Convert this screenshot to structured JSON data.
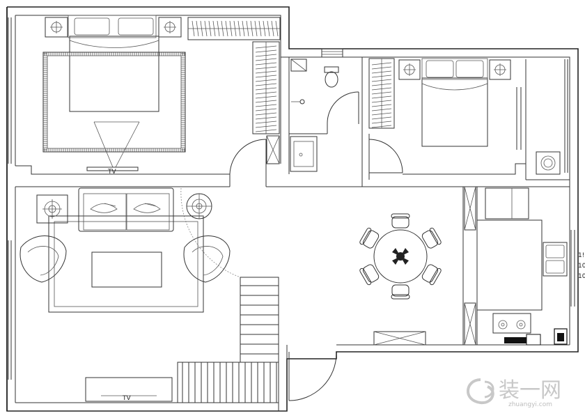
{
  "plan": {
    "tv_label_master": "TV",
    "tv_label_living": "TV",
    "edge_text": [
      "1!",
      "10",
      "10"
    ]
  },
  "watermark": {
    "text": "装一网",
    "url": "zhuangyi.com",
    "color": "#c8c8c8"
  }
}
